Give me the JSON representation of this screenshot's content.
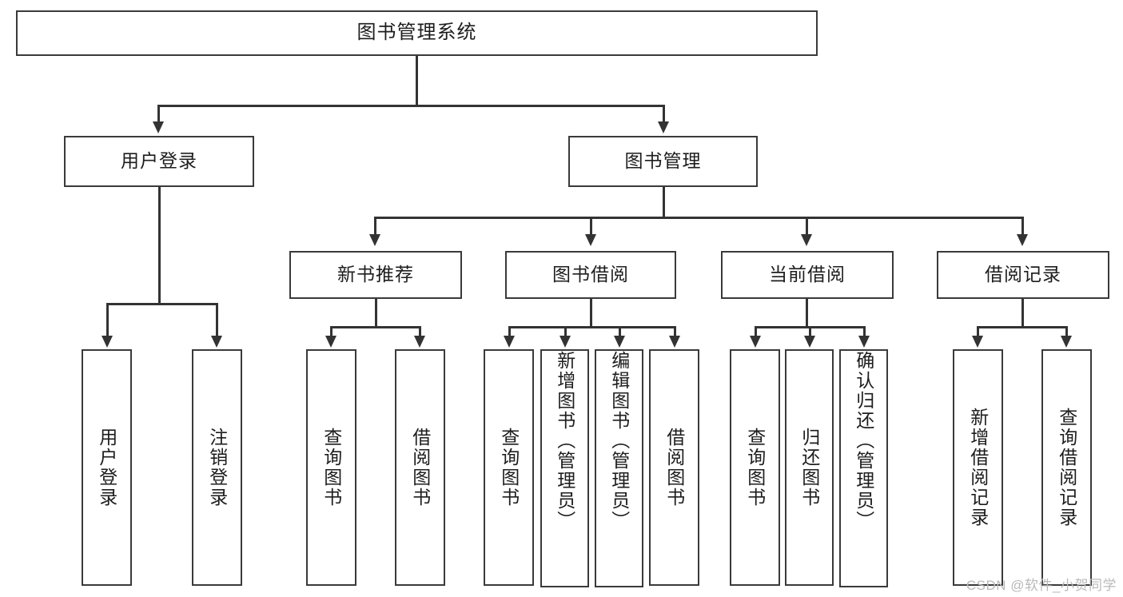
{
  "diagram": {
    "title": "图书管理系统",
    "type": "tree",
    "watermark": "CSDN @软件_小贺同学",
    "root": {
      "label": "图书管理系统"
    },
    "level2": [
      {
        "label": "用户登录"
      },
      {
        "label": "图书管理"
      }
    ],
    "level3": [
      {
        "label": "新书推荐"
      },
      {
        "label": "图书借阅"
      },
      {
        "label": "当前借阅"
      },
      {
        "label": "借阅记录"
      }
    ],
    "leaves": {
      "user_login": [
        {
          "label": "用户登录"
        },
        {
          "label": "注销登录"
        }
      ],
      "new_book_recommend": [
        {
          "label": "查询图书"
        },
        {
          "label": "借阅图书"
        }
      ],
      "book_borrow": [
        {
          "label": "查询图书"
        },
        {
          "label": "新增图书（管理员）"
        },
        {
          "label": "编辑图书（管理员）"
        },
        {
          "label": "借阅图书"
        }
      ],
      "current_borrow": [
        {
          "label": "查询图书"
        },
        {
          "label": "归还图书"
        },
        {
          "label": "确认归还（管理员）"
        }
      ],
      "borrow_record": [
        {
          "label": "新增借阅记录"
        },
        {
          "label": "查询借阅记录"
        }
      ]
    },
    "colors": {
      "border": "#3a3a3a",
      "line": "#333333",
      "background": "#ffffff",
      "text": "#1d1d1d",
      "watermark": "#b9b9b9"
    }
  }
}
